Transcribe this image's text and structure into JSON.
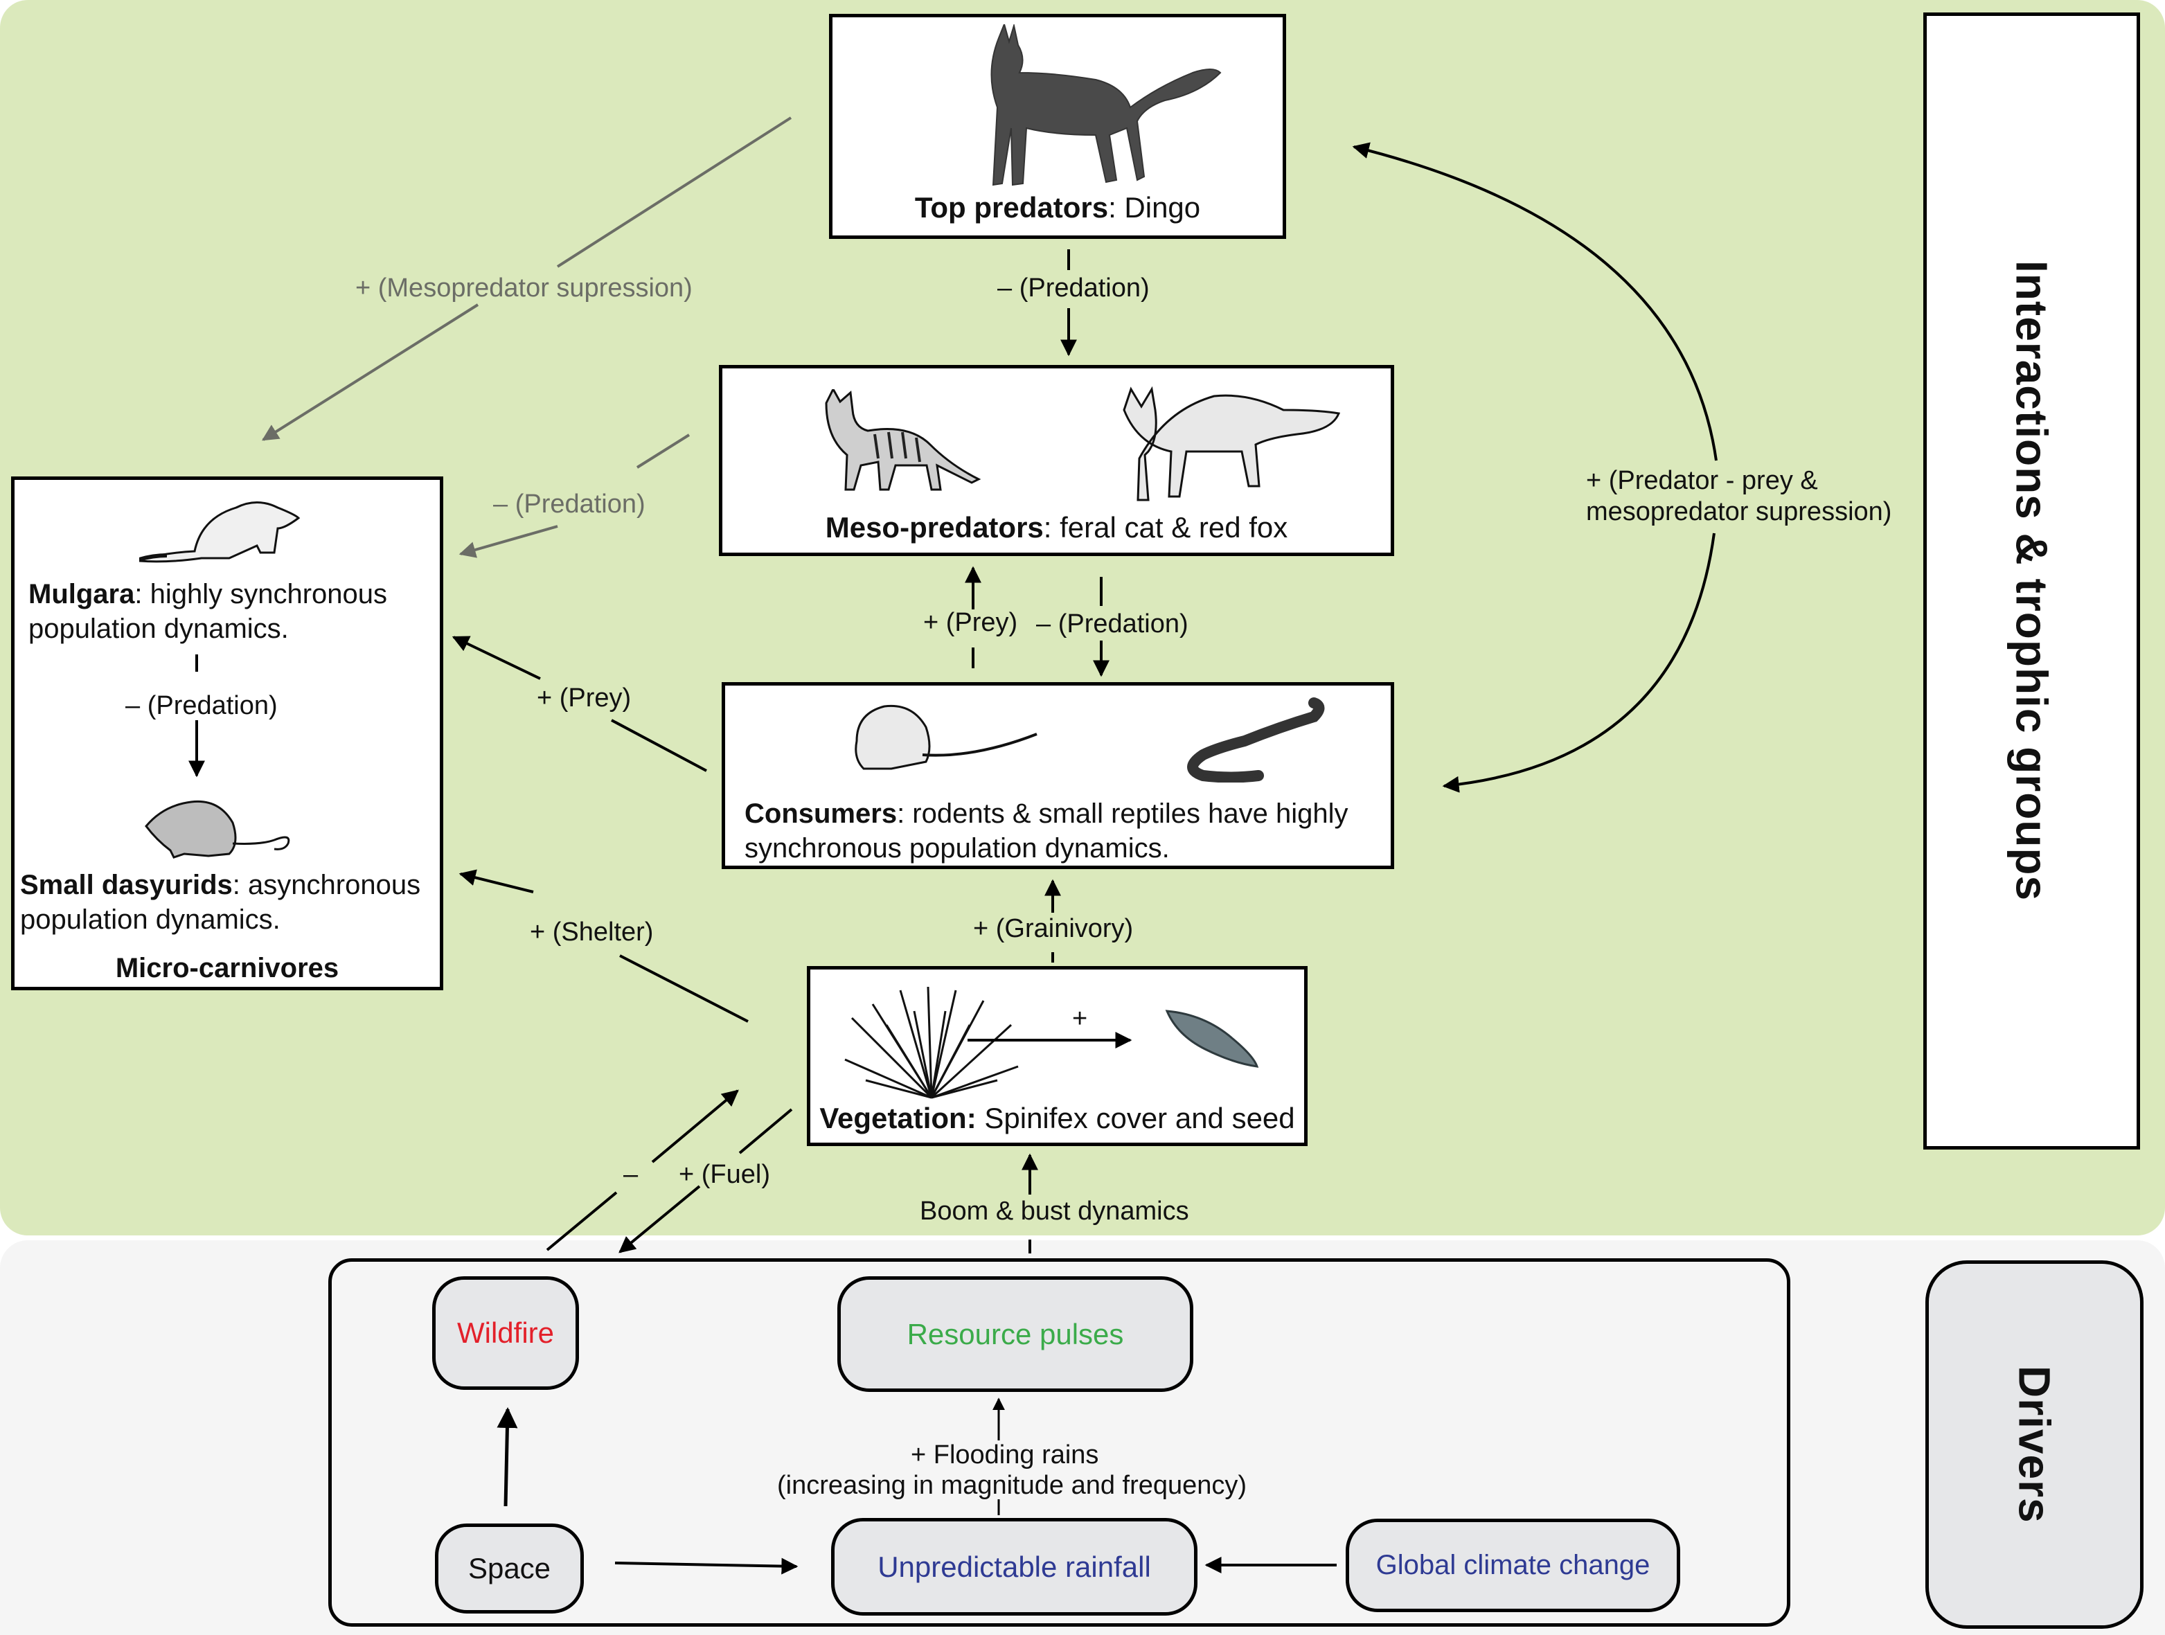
{
  "side_labels": {
    "interactions": "Interactions & trophic groups",
    "drivers": "Drivers"
  },
  "nodes": {
    "top_predators": {
      "bold": "Top predators",
      "rest": ": Dingo",
      "illustration": "dingo-illustration"
    },
    "meso_predators": {
      "bold": "Meso-predators",
      "rest": ": feral cat & red fox",
      "illustrations": [
        "feral-cat-illustration",
        "red-fox-illustration"
      ]
    },
    "consumers": {
      "bold": "Consumers",
      "rest": ": rodents & small reptiles have highly synchronous population dynamics.",
      "illustrations": [
        "rodent-illustration",
        "lizard-illustration"
      ]
    },
    "vegetation": {
      "bold": "Vegetation:",
      "rest": " Spinifex cover and seed",
      "inner_edge_label": "+",
      "illustrations": [
        "spinifex-illustration",
        "seed-illustration"
      ]
    },
    "micro_carnivores": {
      "title": "Micro-carnivores",
      "mulgara": {
        "bold": "Mulgara",
        "rest": ": highly synchronous population dynamics."
      },
      "internal_edge": "– (Predation)",
      "small_dasyurids": {
        "bold": "Small dasyurids",
        "rest": ": asynchronous population dynamics."
      }
    }
  },
  "edges": {
    "top_to_meso": "– (Predation)",
    "mesopredator_suppression": "+ (Mesopredator supression)",
    "meso_to_micro": "– (Predation)",
    "prey_up": "+ (Prey)",
    "predation_down": "– (Predation)",
    "consumers_to_micro": "+ (Prey)",
    "shelter": "+ (Shelter)",
    "grainivory": "+ (Grainivory)",
    "predator_prey_arc_line1": "+ (Predator - prey &",
    "predator_prey_arc_line2": "mesopredator supression)",
    "fire_neg": "–",
    "fuel": "+ (Fuel)",
    "boom_bust": "Boom & bust dynamics",
    "flooding_line1": "+ Flooding rains",
    "flooding_line2": "(increasing in magnitude and frequency)"
  },
  "drivers": {
    "wildfire": {
      "label": "Wildfire",
      "color": "#e3202a"
    },
    "resource_pulses": {
      "label": "Resource pulses",
      "color": "#3bab4a"
    },
    "space": {
      "label": "Space",
      "color": "#111111"
    },
    "rainfall": {
      "label": "Unpredictable rainfall",
      "color": "#2e3a93"
    },
    "climate": {
      "label": "Global climate change",
      "color": "#2e3a93"
    }
  },
  "colors": {
    "interactions_bg": "#dbe9bc",
    "drivers_bg": "#f5f5f5",
    "driver_box": "#e6e7e9",
    "muted_arrow": "#6b6d66"
  }
}
